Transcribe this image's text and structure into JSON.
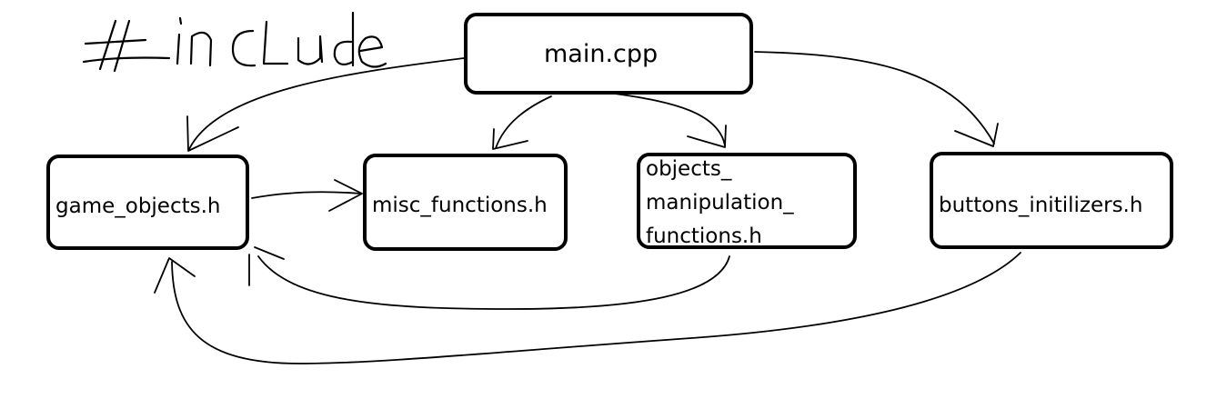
{
  "diagram": {
    "annotation": "#include",
    "nodes": {
      "main": "main.cpp",
      "game_objects": "game_objects.h",
      "misc_functions": "misc_functions.h",
      "objects_manipulation_functions": "objects_\nmanipulation_\nfunctions.h",
      "buttons_initilizers": "buttons_initilizers.h"
    },
    "edges": [
      {
        "from": "main.cpp",
        "to": "game_objects.h"
      },
      {
        "from": "main.cpp",
        "to": "misc_functions.h"
      },
      {
        "from": "main.cpp",
        "to": "objects_manipulation_functions.h"
      },
      {
        "from": "main.cpp",
        "to": "buttons_initilizers.h"
      },
      {
        "from": "game_objects.h",
        "to": "misc_functions.h"
      },
      {
        "from": "objects_manipulation_functions.h",
        "to": "game_objects.h"
      },
      {
        "from": "buttons_initilizers.h",
        "to": "game_objects.h"
      }
    ],
    "colors": {
      "stroke": "#000000",
      "background": "#ffffff"
    }
  }
}
